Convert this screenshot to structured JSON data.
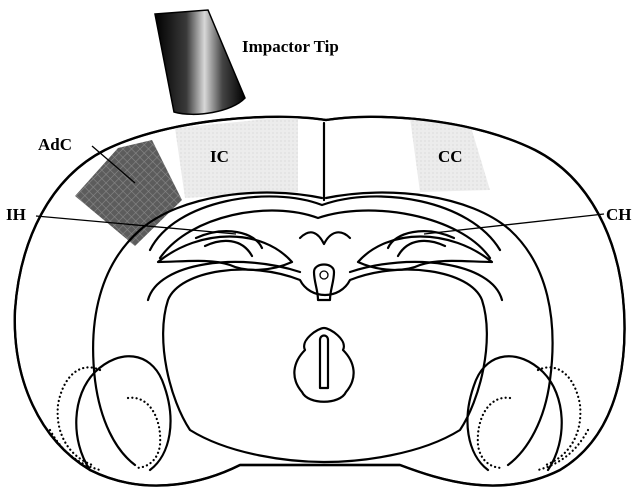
{
  "labels": {
    "impactor_tip": "Impactor Tip",
    "adc": "AdC",
    "ic": "IC",
    "cc": "CC",
    "ih": "IH",
    "ch": "CH"
  },
  "colors": {
    "adc_region": "#6e6e6e",
    "contusion_region": "#e6e6e6",
    "outline": "#000000",
    "background": "#ffffff"
  }
}
